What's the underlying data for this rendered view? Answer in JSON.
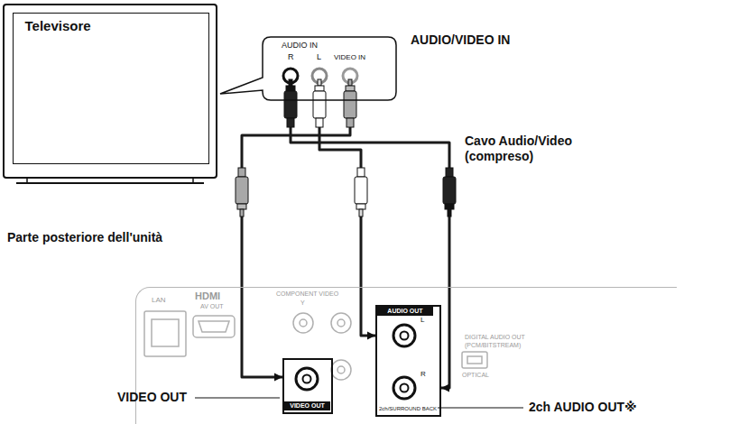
{
  "diagram": {
    "nodes": [
      {
        "text": [
          "Televisore"
        ]
      },
      {
        "text": [
          "AUDIO IN",
          "R",
          "L",
          "VIDEO IN"
        ]
      },
      {
        "text": [
          "LAN",
          "HDMI",
          "AV OUT",
          "COMPONENT VIDEO",
          "Y",
          "DIGITAL AUDIO OUT",
          "(PCM/BITSTREAM)",
          "OPTICAL"
        ]
      },
      {
        "text": [
          "VIDEO OUT"
        ],
        "in": 2
      },
      {
        "text": [
          "AUDIO OUT",
          "L",
          "R",
          "2ch/SURROUND BACK"
        ],
        "in": 2
      }
    ],
    "edges": [
      {
        "from": 1,
        "to": 3,
        "arrow": "to"
      },
      {
        "from": 1,
        "to": 4,
        "arrow": "to"
      },
      {
        "from": 1,
        "to": 4,
        "arrow": "to"
      }
    ],
    "labels": [
      "AUDIO/VIDEO IN",
      "Cavo Audio/Video (compreso)",
      "Parte posteriore dell'unità",
      "VIDEO OUT",
      "2ch AUDIO OUT※"
    ]
  }
}
